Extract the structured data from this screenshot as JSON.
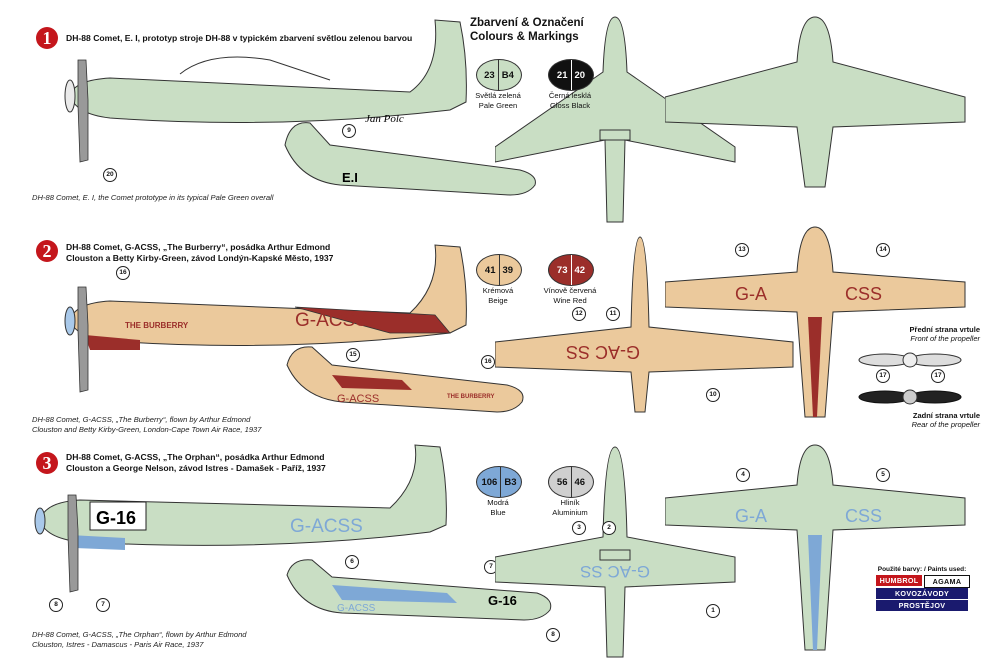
{
  "colors": {
    "pale_green": "#c9dec4",
    "beige": "#ebc99c",
    "wine_red": "#9b2e2a",
    "blue": "#7ea8d6",
    "aluminium": "#cfcfcf",
    "black": "#111111",
    "scheme_red": "#c4161c"
  },
  "legend": {
    "title_cz": "Zbarvení & Označení",
    "title_en": "Colours & Markings",
    "swatches": [
      {
        "a": "23",
        "b": "B4",
        "label_cz": "Světlá zelená",
        "label_en": "Pale Green",
        "color": "#c9dec4"
      },
      {
        "a": "21",
        "b": "20",
        "label_cz": "Černá lesklá",
        "label_en": "Gloss Black",
        "color": "#111111"
      },
      {
        "a": "41",
        "b": "39",
        "label_cz": "Krémová",
        "label_en": "Beige",
        "color": "#ebc99c"
      },
      {
        "a": "73",
        "b": "42",
        "label_cz": "Vínově červená",
        "label_en": "Wine Red",
        "color": "#9b2e2a"
      },
      {
        "a": "106",
        "b": "B3",
        "label_cz": "Modrá",
        "label_en": "Blue",
        "color": "#7ea8d6"
      },
      {
        "a": "56",
        "b": "46",
        "label_cz": "Hliník",
        "label_en": "Aluminium",
        "color": "#cfcfcf"
      }
    ]
  },
  "schemes": [
    {
      "number": "1",
      "title_line1": "DH-88 Comet, E. I, prototyp stroje DH-88 v typickém zbarvení světlou zelenou barvou",
      "title_line2": "",
      "caption_line1": "DH-88 Comet, E. I, the Comet prototype in its typical Pale Green overall",
      "caption_line2": "",
      "nose_text": "Jan Polc",
      "fuselage_code": "E.I"
    },
    {
      "number": "2",
      "title_line1": "DH-88 Comet, G-ACSS, „The Burberry“, posádka Arthur Edmond",
      "title_line2": "Clouston a Betty Kirby-Green, závod Londýn-Kapské Město, 1937",
      "caption_line1": "DH-88 Comet, G-ACSS, „The Burberry“, flown by Arthur Edmond",
      "caption_line2": "Clouston and Betty Kirby-Green, London-Cape Town Air Race, 1937",
      "nose_text": "THE BURBERRY",
      "fuselage_code": "G-ACSS",
      "wing_left": "G-A",
      "wing_right": "CSS",
      "under_wing": "G-AC SS"
    },
    {
      "number": "3",
      "title_line1": "DH-88 Comet, G-ACSS, „The Orphan“, posádka Arthur Edmond",
      "title_line2": "Clouston a George Nelson, závod Istres - Damašek - Paříž, 1937",
      "caption_line1": "DH-88 Comet, G-ACSS, „The Orphan“, flown by Arthur Edmond",
      "caption_line2": "Clouston, Istres - Damascus - Paris Air Race, 1937",
      "race_number": "G-16",
      "fuselage_code": "G-ACSS",
      "wing_left": "G-A",
      "wing_right": "CSS",
      "under_wing": "G-AC SS"
    }
  ],
  "propeller": {
    "front_cz": "Přední strana vrtule",
    "front_en": "Front of the propeller",
    "rear_cz": "Zadní strana vrtule",
    "rear_en": "Rear of the propeller"
  },
  "paints": {
    "label": "Použité barvy: / Paints used:",
    "brand1": "HUMBROL",
    "brand2": "AGAMA",
    "logo_line1": "KOVOZÁVODY",
    "logo_line2": "PROSTĚJOV"
  },
  "callouts": {
    "s1": [
      "20",
      "9"
    ],
    "s2": [
      "16",
      "15",
      "16",
      "12",
      "11",
      "10",
      "13",
      "14",
      "17",
      "17"
    ],
    "s3": [
      "8",
      "7",
      "6",
      "7",
      "8",
      "3",
      "2",
      "1",
      "4",
      "5"
    ]
  }
}
